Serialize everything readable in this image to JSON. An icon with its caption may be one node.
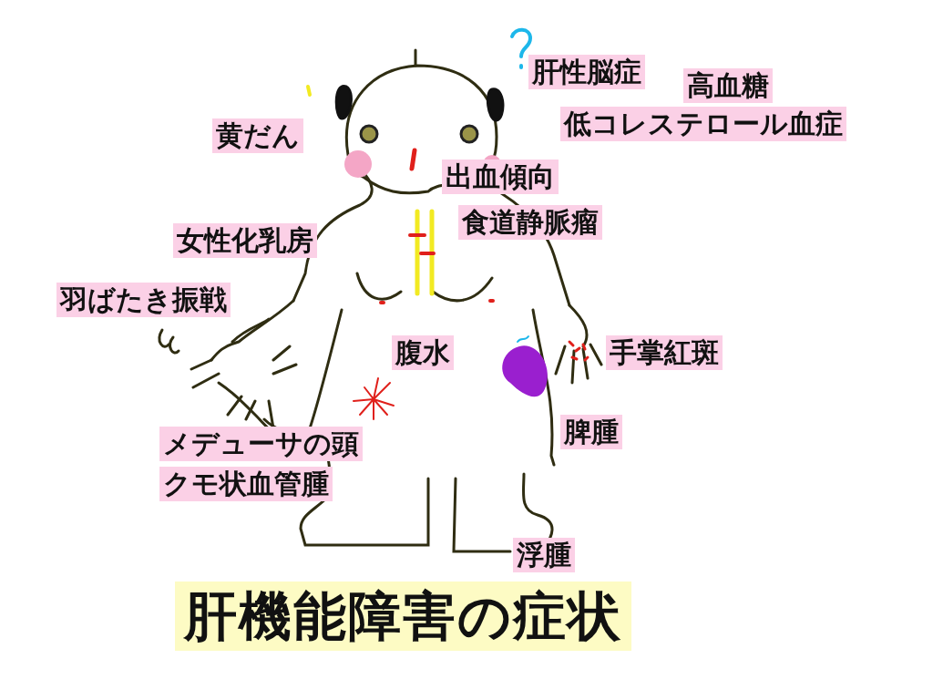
{
  "diagram": {
    "title": "肝機能障害の症状",
    "labels": [
      "肝性脳症",
      "高血糖",
      "低コレステロール血症",
      "黄だん",
      "出血傾向",
      "食道静脈瘤",
      "女性化乳房",
      "羽ばたき振戦",
      "腹水",
      "手掌紅斑",
      "脾腫",
      "メデューサの頭",
      "クモ状血管腫",
      "浮腫"
    ]
  }
}
